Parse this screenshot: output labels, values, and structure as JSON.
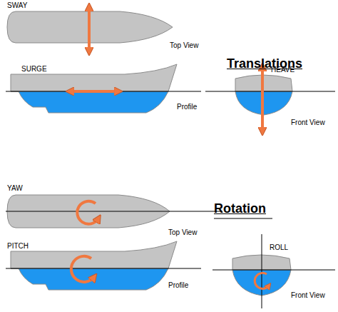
{
  "diagram": {
    "labels": [
      "SWAY",
      "Top View",
      "Translations",
      "SURGE",
      "Profile",
      "HEAVE",
      "Front View",
      "YAW",
      "Top View",
      "Rotation",
      "PITCH",
      "Profile",
      "ROLL",
      "Front View"
    ]
  }
}
